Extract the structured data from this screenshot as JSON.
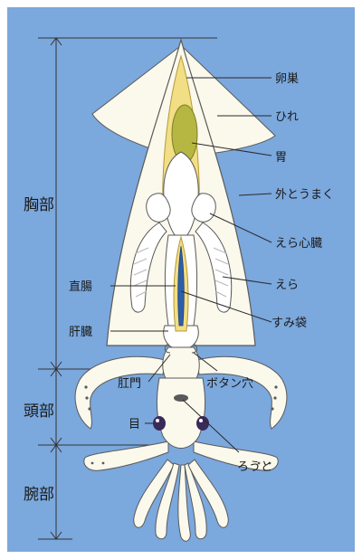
{
  "regions": {
    "chest": "胸部",
    "head": "頭部",
    "arms": "腕部"
  },
  "labels": {
    "ovary": "卵巣",
    "fin": "ひれ",
    "stomach": "胃",
    "mantle": "外とうまく",
    "gill_heart": "えら心臓",
    "gill": "えら",
    "rectum": "直腸",
    "ink_sac": "すみ袋",
    "liver": "肝臓",
    "anus": "肛門",
    "button_hole": "ボタン穴",
    "eye": "目",
    "funnel": "ろうと"
  },
  "colors": {
    "background": "#7ba8dd",
    "body": "#fbf8ec",
    "ovary": "#f2de84",
    "stomach": "#b5b742",
    "ink_sac": "#2f5fa8",
    "outline": "#5a5a5a"
  }
}
